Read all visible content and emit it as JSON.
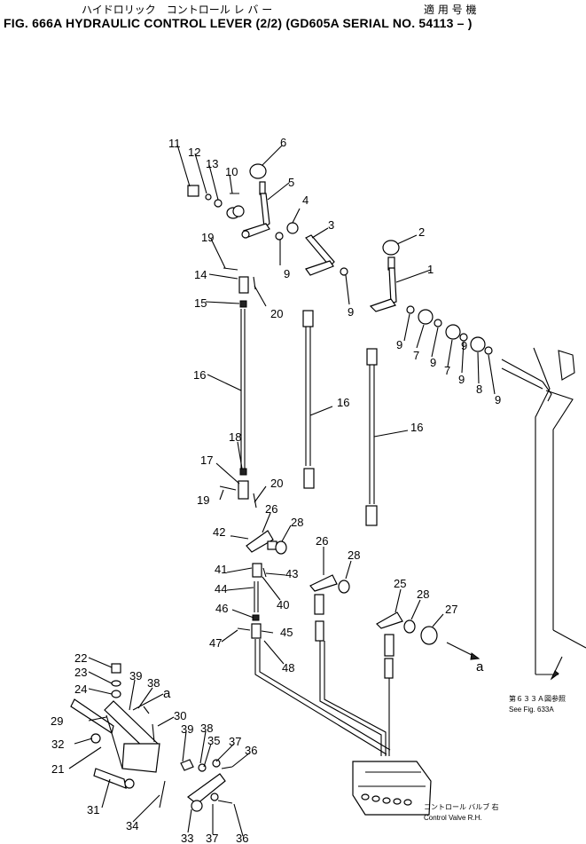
{
  "header": {
    "title_jp": "ハイドロリック　コントロール レ バ ー",
    "serial_label_jp": "適 用 号 機",
    "title_en": "FIG. 666A HYDRAULIC CONTROL LEVER (2/2) (GD605A SERIAL NO. 54113 – )"
  },
  "callouts": {
    "c1": "1",
    "c2": "2",
    "c3": "3",
    "c4": "4",
    "c5": "5",
    "c6": "6",
    "c7a": "7",
    "c7b": "7",
    "c8": "8",
    "c9a": "9",
    "c9b": "9",
    "c9c": "9",
    "c9d": "9",
    "c9e": "9",
    "c9f": "9",
    "c9g": "9",
    "c10": "10",
    "c11": "11",
    "c12": "12",
    "c13": "13",
    "c14": "14",
    "c15": "15",
    "c16a": "16",
    "c16b": "16",
    "c16c": "16",
    "c17": "17",
    "c18": "18",
    "c19a": "19",
    "c19b": "19",
    "c20a": "20",
    "c20b": "20",
    "c21": "21",
    "c22": "22",
    "c23": "23",
    "c24": "24",
    "c25": "25",
    "c26a": "26",
    "c26b": "26",
    "c27": "27",
    "c28a": "28",
    "c28b": "28",
    "c28c": "28",
    "c29": "29",
    "c30": "30",
    "c31": "31",
    "c32": "32",
    "c33": "33",
    "c34": "34",
    "c35": "35",
    "c36a": "36",
    "c36b": "36",
    "c37a": "37",
    "c37b": "37",
    "c38a": "38",
    "c38b": "38",
    "c39a": "39",
    "c39b": "39",
    "c40": "40",
    "c41": "41",
    "c42": "42",
    "c43": "43",
    "c44": "44",
    "c45": "45",
    "c46": "46",
    "c47": "47",
    "c48": "48",
    "ref_a_left": "a",
    "ref_a_right": "a"
  },
  "notes": {
    "see_fig_jp": "第６３３Ａ図参照",
    "see_fig_en": "See Fig. 633A",
    "valve_jp": "コントロール バルブ 右",
    "valve_en": "Control Valve R.H."
  }
}
